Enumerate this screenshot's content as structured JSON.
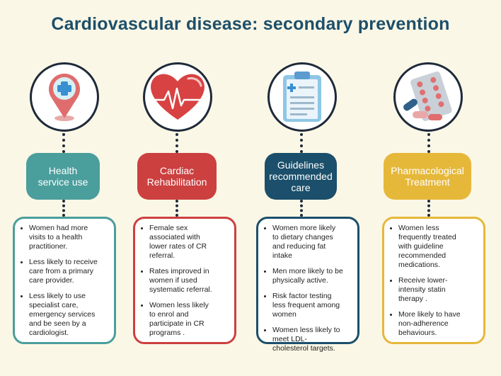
{
  "title": "Cardiovascular disease: secondary prevention",
  "colors": {
    "background": "#fbf7e6",
    "title": "#1d4f6a",
    "health": "#4a9e9c",
    "cardiac": "#cc4040",
    "guidelines": "#1b4f6b",
    "pharma": "#e6b83a"
  },
  "columns": [
    {
      "heading": "Health\nservice use",
      "icon": "location-pin-medical-cross-icon",
      "bullets": [
        "Women had more\nvisits to a health\npractitioner.",
        "Less likely to receive\ncare from a primary\ncare provider.",
        "Less likely to use\nspecialist care,\nemergency services\nand be seen by a\ncardiologist."
      ]
    },
    {
      "heading": "Cardiac\nRehabilitation",
      "icon": "heart-heartbeat-icon",
      "bullets": [
        "Female sex\nassociated with\nlower rates of CR\nreferral.",
        "Rates improved in\nwomen if used\nsystematic referral.",
        "Women less likely\nto enrol and\nparticipate in CR\nprograms ."
      ]
    },
    {
      "heading": "Guidelines\nrecommended\ncare",
      "icon": "medical-clipboard-icon",
      "bullets": [
        "Women more likely\nto dietary changes\nand reducing fat\nintake",
        "Men more likely to be\nphysically active.",
        "Risk factor testing\nless frequent among\nwomen",
        "Women less likely to\nmeet LDL-\ncholesterol targets."
      ]
    },
    {
      "heading": "Pharmacological\nTreatment",
      "icon": "pills-blister-pack-icon",
      "bullets": [
        "Women less\nfrequently treated\nwith guideline\nrecommended\nmedications.",
        "Receive lower-\nintensity statin\ntherapy .",
        "More likely to have\nnon-adherence\nbehaviours."
      ]
    }
  ]
}
